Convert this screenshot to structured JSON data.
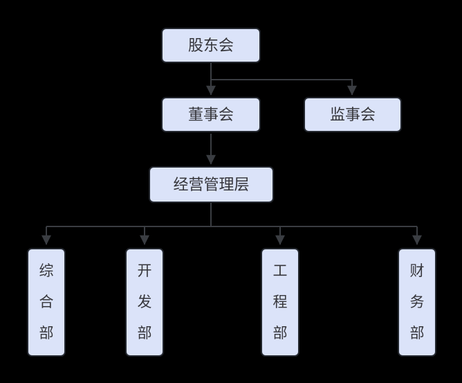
{
  "diagram": {
    "type": "org-chart",
    "colors": {
      "background": "#000000",
      "node_fill": "#dbe3f9",
      "node_border": "#23272e",
      "connector": "#3a3d42",
      "text": "#36363b"
    },
    "nodes": [
      {
        "id": "shareholders",
        "label": "股东会",
        "orientation": "horizontal"
      },
      {
        "id": "board",
        "label": "董事会",
        "orientation": "horizontal"
      },
      {
        "id": "supervisors",
        "label": "监事会",
        "orientation": "horizontal"
      },
      {
        "id": "management",
        "label": "经营管理层",
        "orientation": "horizontal"
      },
      {
        "id": "dept-general",
        "label": "综合部",
        "orientation": "vertical"
      },
      {
        "id": "dept-development",
        "label": "开发部",
        "orientation": "vertical"
      },
      {
        "id": "dept-engineering",
        "label": "工程部",
        "orientation": "vertical"
      },
      {
        "id": "dept-finance",
        "label": "财务部",
        "orientation": "vertical"
      }
    ],
    "edges": [
      {
        "from": "股东会",
        "to": "董事会"
      },
      {
        "from": "股东会",
        "to": "监事会"
      },
      {
        "from": "董事会",
        "to": "经营管理层"
      },
      {
        "from": "经营管理层",
        "to": "综合部"
      },
      {
        "from": "经营管理层",
        "to": "开发部"
      },
      {
        "from": "经营管理层",
        "to": "工程部"
      },
      {
        "from": "经营管理层",
        "to": "财务部"
      }
    ]
  }
}
